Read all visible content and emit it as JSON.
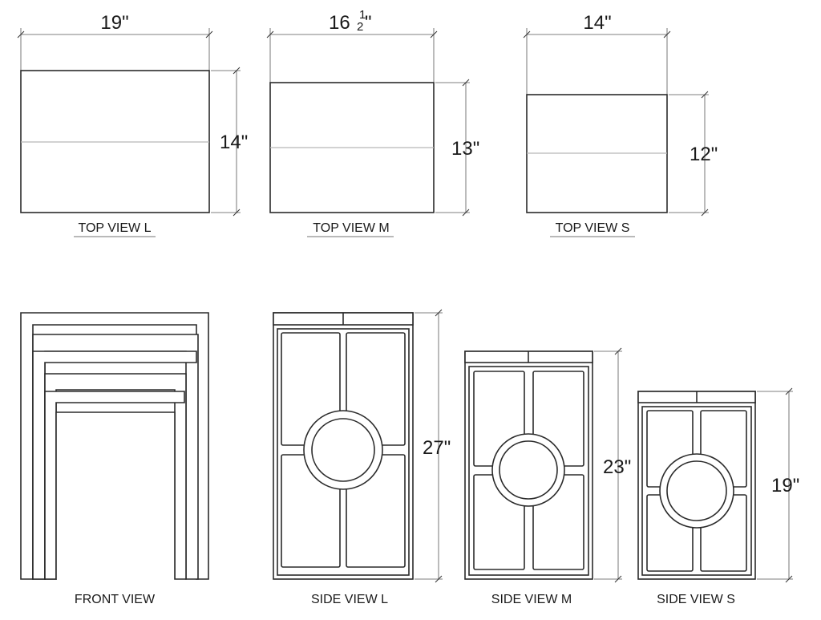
{
  "top_views": [
    {
      "caption": "TOP  VIEW L",
      "width": "19\"",
      "depth": "14\""
    },
    {
      "caption": "TOP  VIEW M",
      "width_whole": "16",
      "width_num": "1",
      "width_den": "2",
      "width_unit": "\"",
      "depth": "13\""
    },
    {
      "caption": "TOP  VIEW S",
      "width": "14\"",
      "depth": "12\""
    }
  ],
  "front_view": {
    "caption": "FRONT  VIEW"
  },
  "side_views": [
    {
      "caption": "SIDE  VIEW L",
      "height": "27\""
    },
    {
      "caption": "SIDE  VIEW M",
      "height": "23\""
    },
    {
      "caption": "SIDE VIEW S",
      "height": "19\""
    }
  ]
}
